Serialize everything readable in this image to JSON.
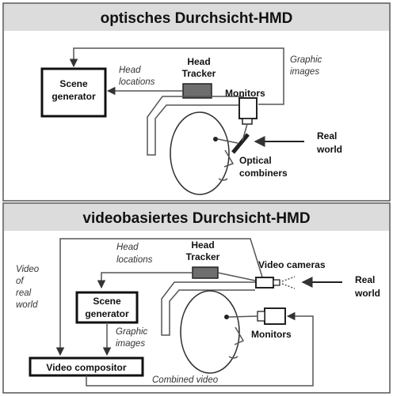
{
  "panels": {
    "optical": {
      "title": "optisches Durchsicht-HMD",
      "scene_generator": [
        "Scene",
        "generator"
      ],
      "head_tracker": [
        "Head",
        "Tracker"
      ],
      "head_locations": [
        "Head",
        "locations"
      ],
      "graphic_images": [
        "Graphic",
        "images"
      ],
      "monitors": "Monitors",
      "real_world": [
        "Real",
        "world"
      ],
      "optical_combiners": [
        "Optical",
        "combiners"
      ]
    },
    "video": {
      "title": "videobasiertes Durchsicht-HMD",
      "head_locations": [
        "Head",
        "locations"
      ],
      "head_tracker": [
        "Head",
        "Tracker"
      ],
      "video_cameras": "Video cameras",
      "real_world": [
        "Real",
        "world"
      ],
      "video_of_real_world": [
        "Video",
        "of",
        "real",
        "world"
      ],
      "scene_generator": [
        "Scene",
        "generator"
      ],
      "graphic_images": [
        "Graphic",
        "images"
      ],
      "monitors": "Monitors",
      "video_compositor": "Video compositor",
      "combined_video": "Combined video"
    }
  },
  "colors": {
    "title_bar": "#dcdcdc",
    "tracker_fill": "#6e6e6e",
    "lines": "#555555"
  }
}
